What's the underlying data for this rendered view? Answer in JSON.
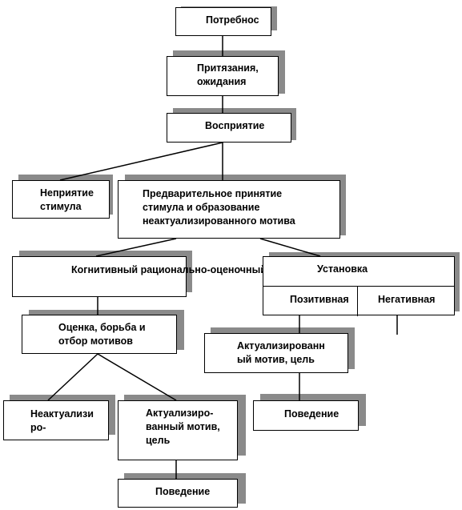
{
  "nodes": {
    "potrebnost": "Потребнос",
    "prityazaniya": "Притязания,\nожидания",
    "vospriyatie": "Восприятие",
    "nepriyatie": "Неприятие\nстимула",
    "predvaritelnoe": "Предварительное принятие\nстимула и образование\nнеактуализированного мотива",
    "kognitivnyy": "Когнитивный\nрационально-оценочный",
    "ustanovka": "Установка",
    "pozitivnaya": "Позитивная",
    "negativnaya": "Негативная",
    "ocenka": "Оценка, борьба и\nотбор мотивов",
    "aktualizirovannyy_right": "Актуализированн\nый мотив, цель",
    "povedenie_right": "Поведение",
    "neaktualizi": "Неактуализи\nро-",
    "aktualizirovannyy_left": "Актуализиро-\nванный мотив,\nцель",
    "povedenie_left": "Поведение"
  }
}
